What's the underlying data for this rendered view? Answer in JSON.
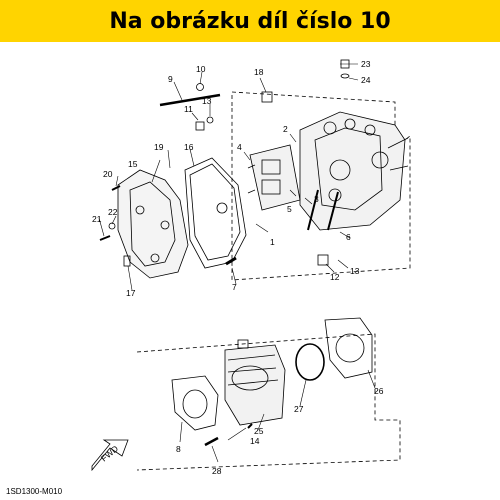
{
  "banner": {
    "text": "Na obrázku díl číslo 10",
    "color": "#ffd400"
  },
  "diagram": {
    "callouts": [
      "1",
      "2",
      "3",
      "4",
      "5",
      "6",
      "7",
      "8",
      "9",
      "10",
      "11",
      "12",
      "13",
      "13",
      "14",
      "15",
      "16",
      "17",
      "18",
      "19",
      "20",
      "21",
      "22",
      "23",
      "24",
      "25",
      "26",
      "27",
      "28"
    ],
    "fwd_label": "FWD",
    "code": "1SD1300-M010"
  }
}
